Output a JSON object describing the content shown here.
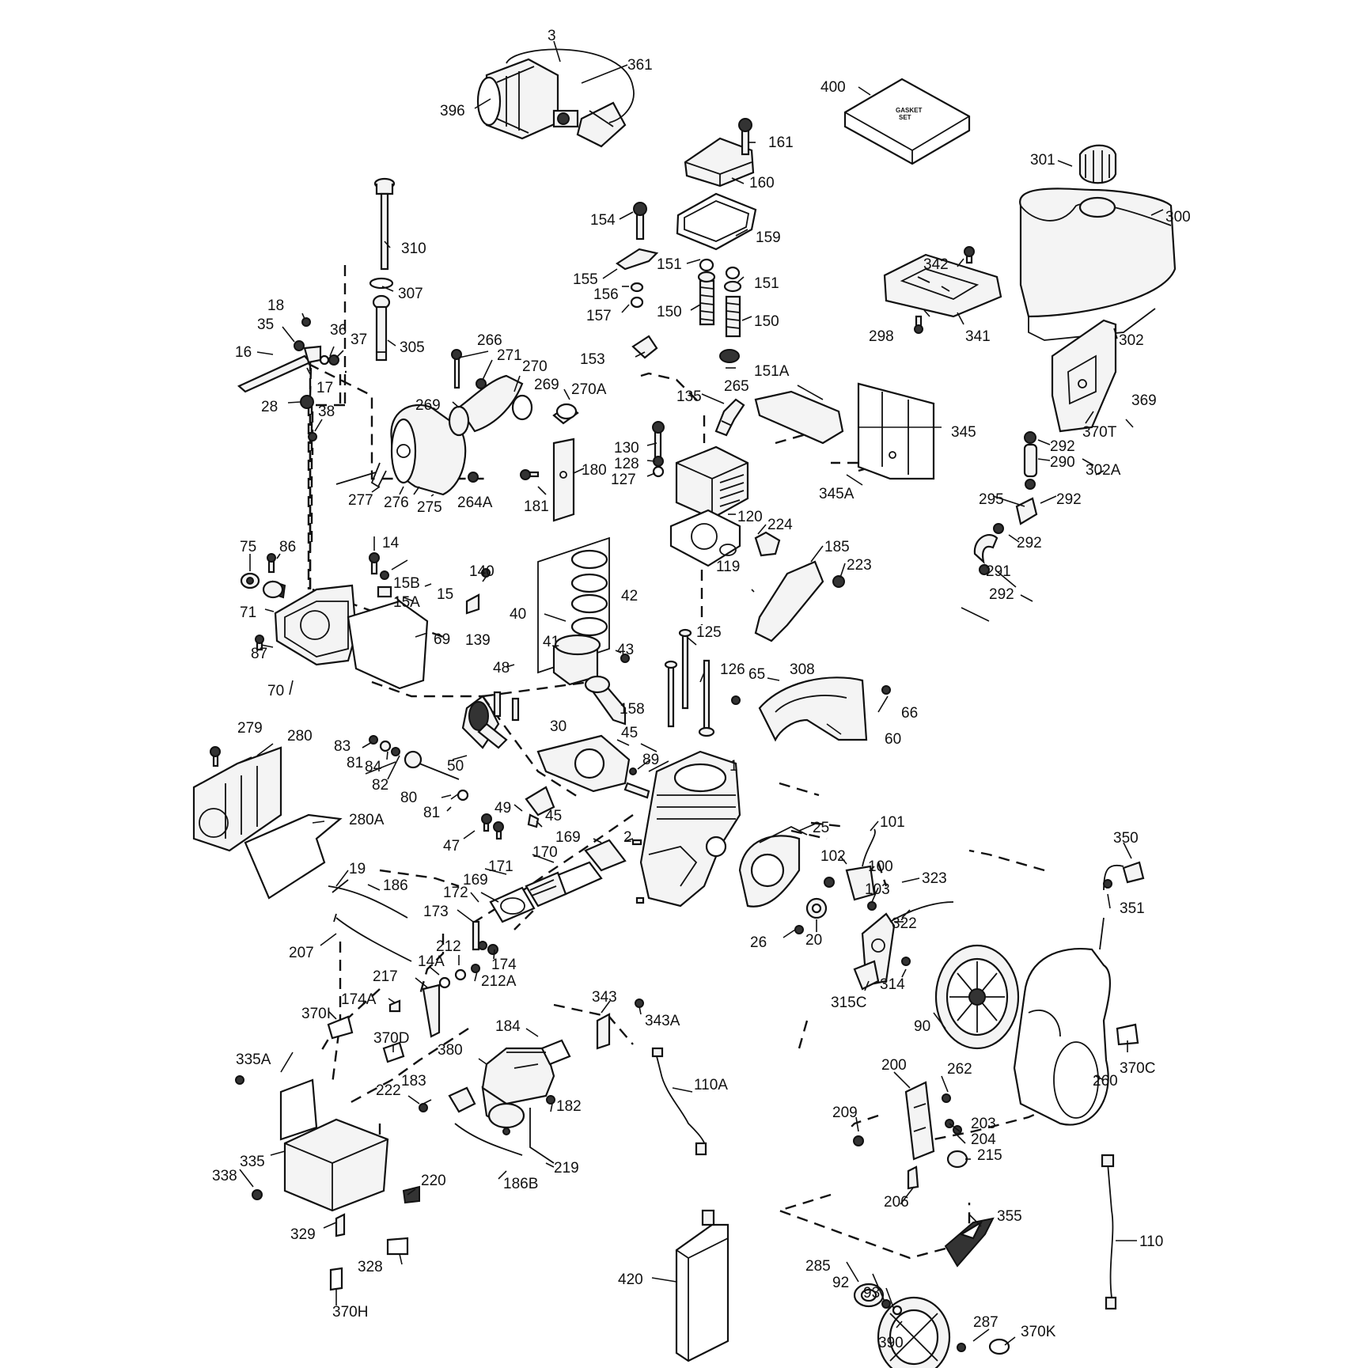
{
  "gasket_box_text": [
    "GASKET",
    "SET"
  ],
  "callouts": {
    "p3": "3",
    "p361": "361",
    "p396": "396",
    "p400": "400",
    "p161": "161",
    "p160": "160",
    "p301": "301",
    "p300": "300",
    "p154": "154",
    "p159": "159",
    "p310": "310",
    "p342": "342",
    "p151a": "151",
    "p151b": "151",
    "p155": "155",
    "p156": "156",
    "p157": "157",
    "p150a": "150",
    "p150b": "150",
    "p307": "307",
    "p18": "18",
    "p35": "35",
    "p36": "36",
    "p37": "37",
    "p305": "305",
    "p266": "266",
    "p271": "271",
    "p298": "298",
    "p341": "341",
    "p302": "302",
    "p16": "16",
    "p17": "17",
    "p153": "153",
    "p151A": "151A",
    "p270": "270",
    "p269a": "269",
    "p270A": "270A",
    "p28": "28",
    "p38": "38",
    "p135": "135",
    "p265": "265",
    "p369": "369",
    "p269b": "269",
    "p370T": "370T",
    "p345": "345",
    "p130": "130",
    "p128": "128",
    "p127": "127",
    "p292a": "292",
    "p290": "290",
    "p302A": "302A",
    "p180": "180",
    "p277": "277",
    "p276": "276",
    "p275": "275",
    "p264A": "264A",
    "p181": "181",
    "p345A": "345A",
    "p295": "295",
    "p292b": "292",
    "p120": "120",
    "p224": "224",
    "p185": "185",
    "p14": "14",
    "p75": "75",
    "p86": "86",
    "p140": "140",
    "p292c": "292",
    "p223": "223",
    "p119": "119",
    "p15B": "15B",
    "p15": "15",
    "p291": "291",
    "p15A": "15A",
    "p42": "42",
    "p292d": "292",
    "p71": "71",
    "p40": "40",
    "p139": "139",
    "p69": "69",
    "p125": "125",
    "p41": "41",
    "p43": "43",
    "p87": "87",
    "p48": "48",
    "p126": "126",
    "p65": "65",
    "p308": "308",
    "p70": "70",
    "p158": "158",
    "p66": "66",
    "p45a": "45",
    "p279": "279",
    "p30": "30",
    "p60": "60",
    "p280": "280",
    "p83": "83",
    "p84": "84",
    "p81a": "81",
    "p50": "50",
    "p89": "89",
    "p1": "1",
    "p82": "82",
    "p80": "80",
    "p81b": "81",
    "p49": "49",
    "p45b": "45",
    "p280A": "280A",
    "p25": "25",
    "p101": "101",
    "p47": "47",
    "p2": "2",
    "p169a": "169",
    "p350": "350",
    "p170": "170",
    "p102": "102",
    "p100": "100",
    "p323": "323",
    "p19": "19",
    "p171": "171",
    "p186": "186",
    "p169b": "169",
    "p103": "103",
    "p351": "351",
    "p172": "172",
    "p322": "322",
    "p173": "173",
    "p26": "26",
    "p20": "20",
    "p207": "207",
    "p212": "212",
    "p14A": "14A",
    "p174": "174",
    "p217": "217",
    "p212A": "212A",
    "p314": "314",
    "p174A": "174A",
    "p343": "343",
    "p315C": "315C",
    "p370I": "370I",
    "p343A": "343A",
    "p90": "90",
    "p370D": "370D",
    "p184": "184",
    "p335A": "335A",
    "p380": "380",
    "p370C": "370C",
    "p200": "200",
    "p262": "262",
    "p260": "260",
    "p110A": "110A",
    "p222": "222",
    "p183": "183",
    "p182": "182",
    "p209": "209",
    "p203": "203",
    "p204": "204",
    "p335": "335",
    "p215": "215",
    "p219": "219",
    "p338": "338",
    "p220": "220",
    "p186B": "186B",
    "p206": "206",
    "p355": "355",
    "p329": "329",
    "p110": "110",
    "p328": "328",
    "p285": "285",
    "p420": "420",
    "p92": "92",
    "p93": "93",
    "p287": "287",
    "p370K": "370K",
    "p370H": "370H",
    "p390": "390"
  }
}
